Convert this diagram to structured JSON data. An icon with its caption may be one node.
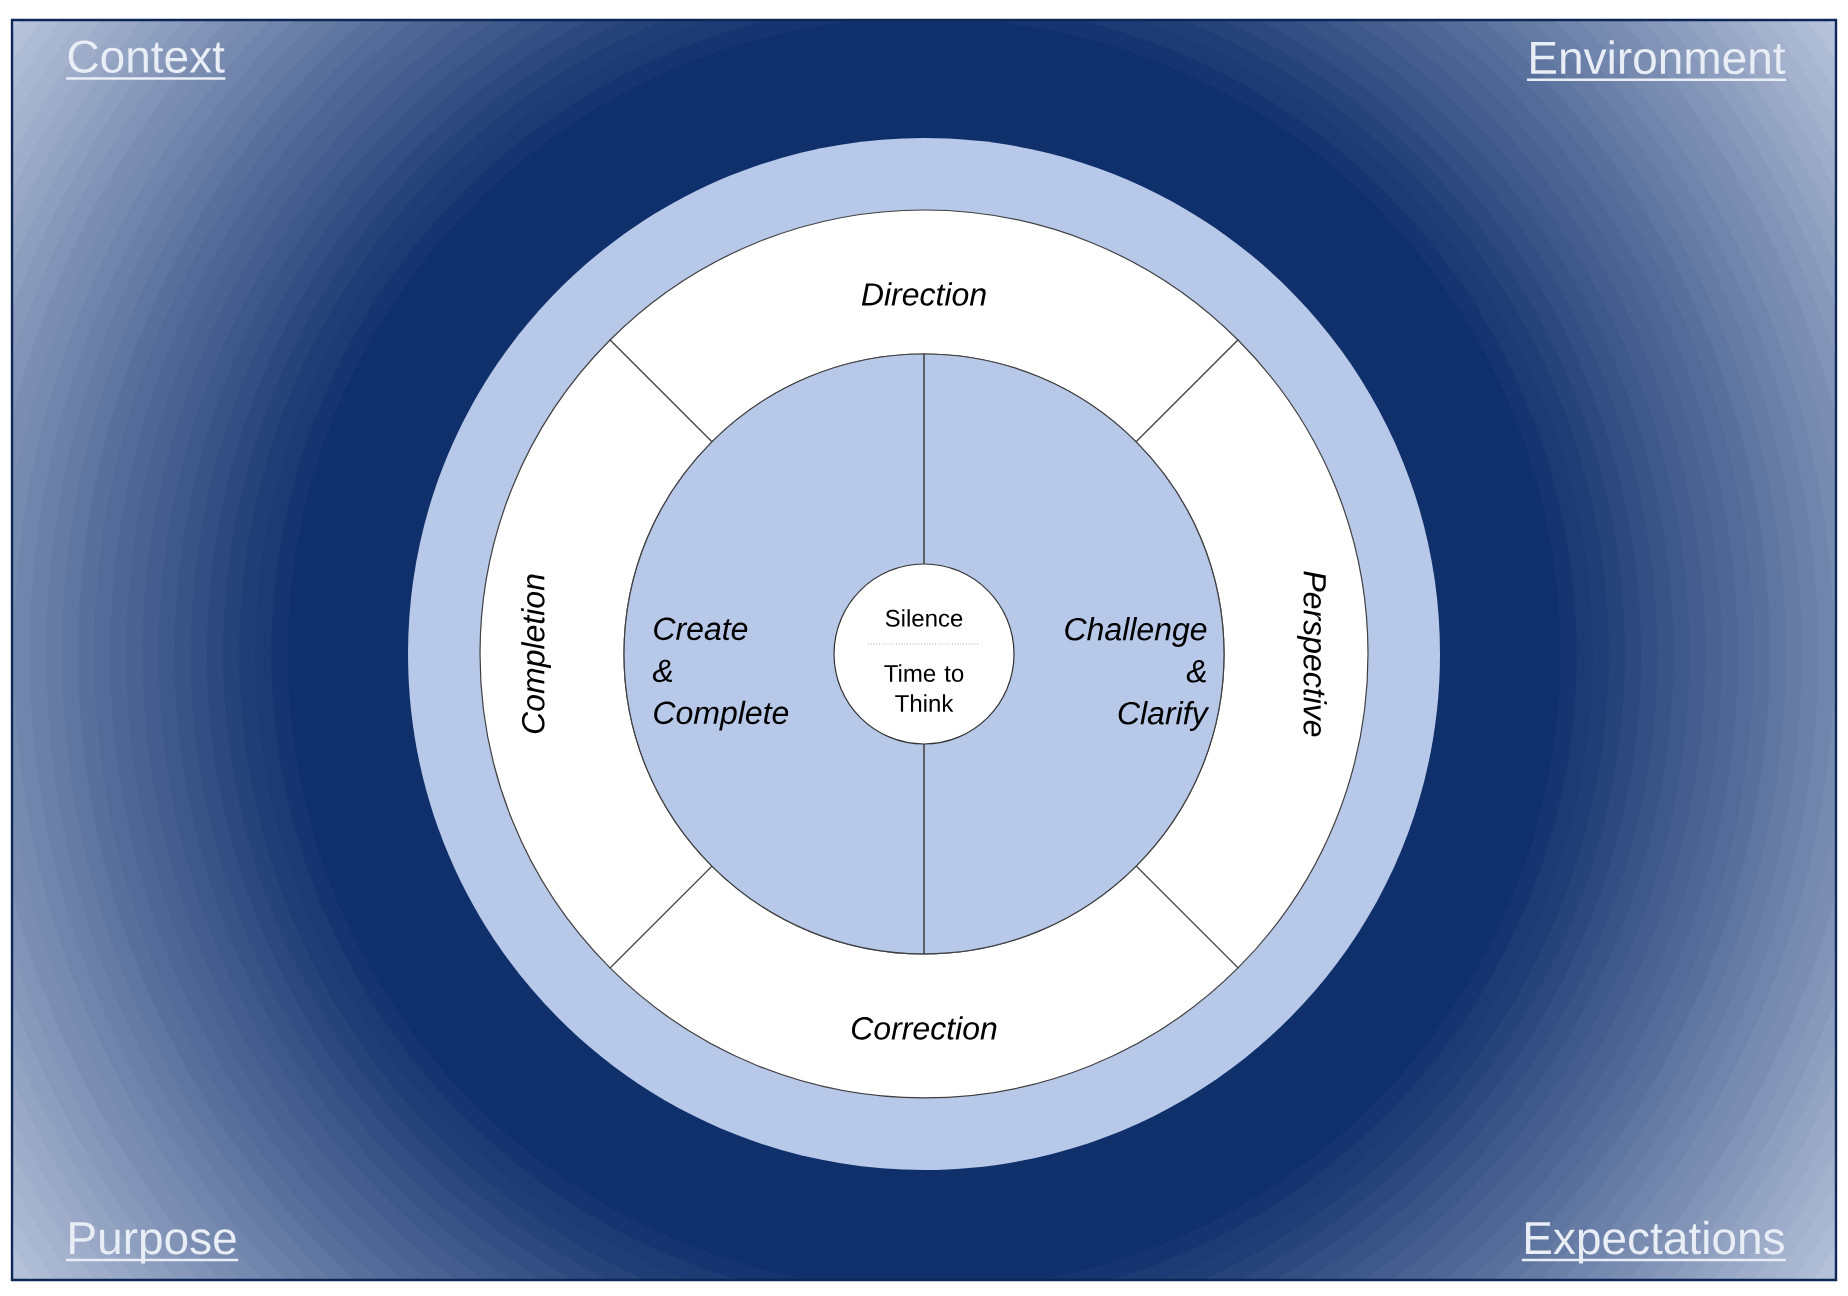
{
  "diagram": {
    "nodes": [
      {
        "text": [
          "Direction"
        ]
      },
      {
        "text": [
          "Perspective"
        ]
      },
      {
        "text": [
          "Correction"
        ]
      },
      {
        "text": [
          "Completion"
        ]
      },
      {
        "text": [
          "Create & Complete"
        ]
      },
      {
        "text": [
          "Challenge & Clarify"
        ]
      },
      {
        "text": [
          "Silence",
          "Time to Think"
        ]
      }
    ],
    "labels": [
      "Context",
      "Environment",
      "Purpose",
      "Expectations"
    ]
  }
}
